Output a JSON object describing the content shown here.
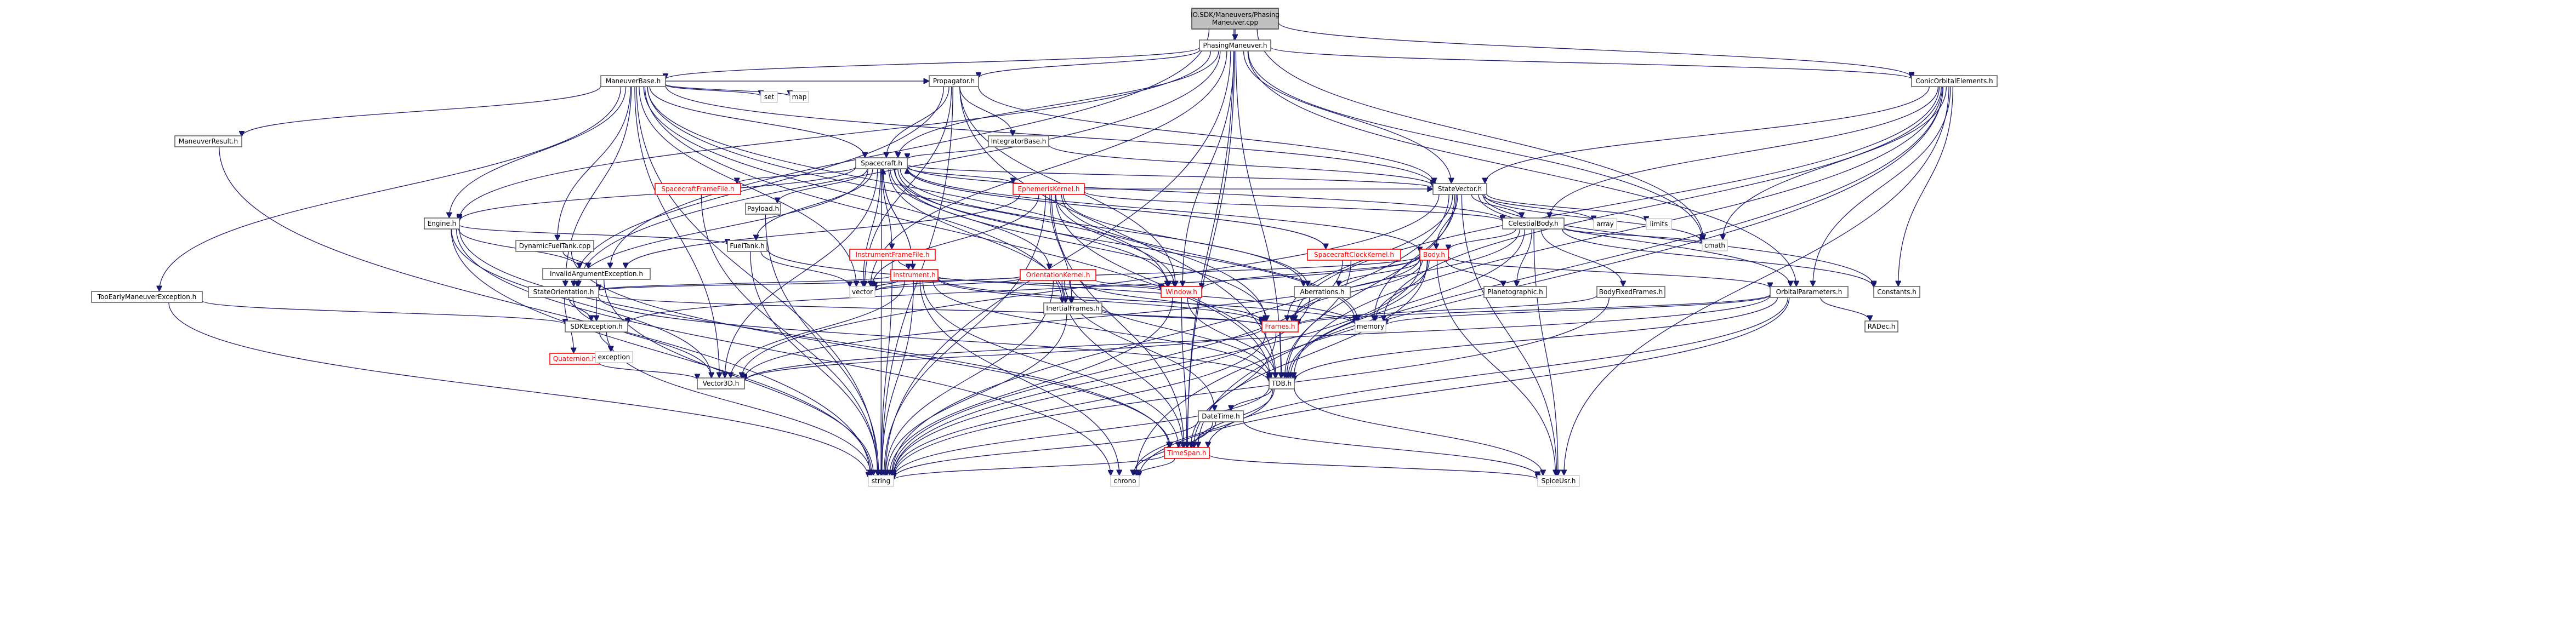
{
  "graph": {
    "nodes": [
      {
        "id": "root",
        "label": "IO.SDK/Maneuvers/Phasing\nManeuver.cpp",
        "style": "root"
      },
      {
        "id": "phasing",
        "label": "PhasingManeuver.h"
      },
      {
        "id": "conic",
        "label": "ConicOrbitalElements.h"
      },
      {
        "id": "maneuverbase",
        "label": "ManeuverBase.h"
      },
      {
        "id": "propagator",
        "label": "Propagator.h"
      },
      {
        "id": "set",
        "label": "set",
        "style": "plain"
      },
      {
        "id": "map",
        "label": "map",
        "style": "plain"
      },
      {
        "id": "maneuverresult",
        "label": "ManeuverResult.h"
      },
      {
        "id": "integratorbase",
        "label": "IntegratorBase.h"
      },
      {
        "id": "spacecraft",
        "label": "Spacecraft.h"
      },
      {
        "id": "scframefile",
        "label": "SpacecraftFrameFile.h",
        "style": "red"
      },
      {
        "id": "payload",
        "label": "Payload.h"
      },
      {
        "id": "ephemeriskernel",
        "label": "EphemerisKernel.h",
        "style": "red"
      },
      {
        "id": "statevector",
        "label": "StateVector.h"
      },
      {
        "id": "engine",
        "label": "Engine.h"
      },
      {
        "id": "dynfueltank",
        "label": "DynamicFuelTank.cpp"
      },
      {
        "id": "tooearly",
        "label": "TooEarlyManeuverException.h"
      },
      {
        "id": "invalidarg",
        "label": "InvalidArgumentException.h"
      },
      {
        "id": "fueltank",
        "label": "FuelTank.h"
      },
      {
        "id": "instframefile",
        "label": "InstrumentFrameFile.h",
        "style": "red"
      },
      {
        "id": "instrument",
        "label": "Instrument.h",
        "style": "red"
      },
      {
        "id": "orientkernel",
        "label": "OrientationKernel.h",
        "style": "red"
      },
      {
        "id": "scclock",
        "label": "SpacecraftClockKernel.h",
        "style": "red"
      },
      {
        "id": "celestial",
        "label": "CelestialBody.h"
      },
      {
        "id": "array",
        "label": "array",
        "style": "plain"
      },
      {
        "id": "limits",
        "label": "limits",
        "style": "plain"
      },
      {
        "id": "cmath",
        "label": "cmath",
        "style": "plain"
      },
      {
        "id": "body",
        "label": "Body.h",
        "style": "red"
      },
      {
        "id": "stateorient",
        "label": "StateOrientation.h"
      },
      {
        "id": "vector",
        "label": "vector",
        "style": "plain"
      },
      {
        "id": "inertial",
        "label": "InertialFrames.h"
      },
      {
        "id": "window",
        "label": "Window.h",
        "style": "red"
      },
      {
        "id": "aberrations",
        "label": "Aberrations.h"
      },
      {
        "id": "planeto",
        "label": "Planetographic.h"
      },
      {
        "id": "bodyfixed",
        "label": "BodyFixedFrames.h"
      },
      {
        "id": "orbitalparams",
        "label": "OrbitalParameters.h"
      },
      {
        "id": "constants",
        "label": "Constants.h"
      },
      {
        "id": "sdkexc",
        "label": "SDKException.h"
      },
      {
        "id": "quaternion",
        "label": "Quaternion.h",
        "style": "red"
      },
      {
        "id": "frames",
        "label": "Frames.h",
        "style": "red"
      },
      {
        "id": "memory",
        "label": "memory",
        "style": "plain"
      },
      {
        "id": "radec",
        "label": "RADec.h"
      },
      {
        "id": "exception",
        "label": "exception",
        "style": "plain"
      },
      {
        "id": "vector3d",
        "label": "Vector3D.h"
      },
      {
        "id": "tdb",
        "label": "TDB.h"
      },
      {
        "id": "datetime",
        "label": "DateTime.h"
      },
      {
        "id": "timespan",
        "label": "TimeSpan.h",
        "style": "red"
      },
      {
        "id": "string",
        "label": "string",
        "style": "plain"
      },
      {
        "id": "chrono",
        "label": "chrono",
        "style": "plain"
      },
      {
        "id": "spiceusr",
        "label": "SpiceUsr.h",
        "style": "plain"
      }
    ],
    "edges": [
      [
        "root",
        "phasing"
      ],
      [
        "root",
        "conic"
      ],
      [
        "root",
        "cmath"
      ],
      [
        "root",
        "invalidarg"
      ],
      [
        "root",
        "timespan"
      ],
      [
        "phasing",
        "maneuverbase"
      ],
      [
        "phasing",
        "propagator"
      ],
      [
        "phasing",
        "spacecraft"
      ],
      [
        "phasing",
        "engine"
      ],
      [
        "phasing",
        "orbitalparams"
      ],
      [
        "phasing",
        "stateorient"
      ],
      [
        "phasing",
        "tdb"
      ],
      [
        "phasing",
        "timespan"
      ],
      [
        "phasing",
        "vector"
      ],
      [
        "phasing",
        "window"
      ],
      [
        "phasing",
        "cmath"
      ],
      [
        "phasing",
        "statevector"
      ],
      [
        "phasing",
        "conic"
      ],
      [
        "phasing",
        "string"
      ],
      [
        "maneuverbase",
        "set"
      ],
      [
        "maneuverbase",
        "map"
      ],
      [
        "maneuverbase",
        "maneuverresult"
      ],
      [
        "maneuverbase",
        "tooearly"
      ],
      [
        "maneuverbase",
        "dynfueltank"
      ],
      [
        "maneuverbase",
        "engine"
      ],
      [
        "maneuverbase",
        "propagator"
      ],
      [
        "maneuverbase",
        "spacecraft"
      ],
      [
        "maneuverbase",
        "statevector"
      ],
      [
        "maneuverbase",
        "window"
      ],
      [
        "maneuverbase",
        "vector"
      ],
      [
        "maneuverbase",
        "vector3d"
      ],
      [
        "maneuverbase",
        "frames"
      ],
      [
        "maneuverbase",
        "tdb"
      ],
      [
        "maneuverbase",
        "inertial"
      ],
      [
        "maneuverbase",
        "stateorient"
      ],
      [
        "maneuverbase",
        "string"
      ],
      [
        "maneuverresult",
        "string"
      ],
      [
        "propagator",
        "integratorbase"
      ],
      [
        "propagator",
        "spacecraft"
      ],
      [
        "propagator",
        "statevector"
      ],
      [
        "propagator",
        "stateorient"
      ],
      [
        "propagator",
        "window"
      ],
      [
        "propagator",
        "vector"
      ],
      [
        "propagator",
        "tdb"
      ],
      [
        "propagator",
        "string"
      ],
      [
        "integratorbase",
        "spacecraft"
      ],
      [
        "integratorbase",
        "statevector"
      ],
      [
        "spacecraft",
        "scframefile"
      ],
      [
        "spacecraft",
        "payload"
      ],
      [
        "spacecraft",
        "ephemeriskernel"
      ],
      [
        "spacecraft",
        "statevector"
      ],
      [
        "spacecraft",
        "engine"
      ],
      [
        "spacecraft",
        "fueltank"
      ],
      [
        "spacecraft",
        "instframefile"
      ],
      [
        "spacecraft",
        "instrument"
      ],
      [
        "spacecraft",
        "orientkernel"
      ],
      [
        "spacecraft",
        "scclock"
      ],
      [
        "spacecraft",
        "celestial"
      ],
      [
        "spacecraft",
        "stateorient"
      ],
      [
        "spacecraft",
        "vector"
      ],
      [
        "spacecraft",
        "inertial"
      ],
      [
        "spacecraft",
        "window"
      ],
      [
        "spacecraft",
        "aberrations"
      ],
      [
        "spacecraft",
        "frames"
      ],
      [
        "spacecraft",
        "memory"
      ],
      [
        "spacecraft",
        "string"
      ],
      [
        "spacecraft",
        "vector3d"
      ],
      [
        "spacecraft",
        "body"
      ],
      [
        "scframefile",
        "string"
      ],
      [
        "payload",
        "string"
      ],
      [
        "ephemeriskernel",
        "statevector"
      ],
      [
        "ephemeriskernel",
        "celestial"
      ],
      [
        "ephemeriskernel",
        "inertial"
      ],
      [
        "ephemeriskernel",
        "window"
      ],
      [
        "ephemeriskernel",
        "aberrations"
      ],
      [
        "ephemeriskernel",
        "tdb"
      ],
      [
        "ephemeriskernel",
        "timespan"
      ],
      [
        "ephemeriskernel",
        "memory"
      ],
      [
        "ephemeriskernel",
        "string"
      ],
      [
        "ephemeriskernel",
        "vector"
      ],
      [
        "ephemeriskernel",
        "invalidarg"
      ],
      [
        "statevector",
        "celestial"
      ],
      [
        "statevector",
        "array"
      ],
      [
        "statevector",
        "limits"
      ],
      [
        "statevector",
        "cmath"
      ],
      [
        "statevector",
        "body"
      ],
      [
        "statevector",
        "orbitalparams"
      ],
      [
        "statevector",
        "frames"
      ],
      [
        "statevector",
        "vector3d"
      ],
      [
        "statevector",
        "tdb"
      ],
      [
        "statevector",
        "memory"
      ],
      [
        "statevector",
        "constants"
      ],
      [
        "statevector",
        "spiceusr"
      ],
      [
        "statevector",
        "string"
      ],
      [
        "engine",
        "fueltank"
      ],
      [
        "engine",
        "vector3d"
      ],
      [
        "engine",
        "string"
      ],
      [
        "engine",
        "timespan"
      ],
      [
        "engine",
        "invalidarg"
      ],
      [
        "engine",
        "chrono"
      ],
      [
        "dynfueltank",
        "invalidarg"
      ],
      [
        "dynfueltank",
        "timespan"
      ],
      [
        "tooearly",
        "sdkexc"
      ],
      [
        "tooearly",
        "string"
      ],
      [
        "invalidarg",
        "sdkexc"
      ],
      [
        "invalidarg",
        "string"
      ],
      [
        "fueltank",
        "vector"
      ],
      [
        "fueltank",
        "string"
      ],
      [
        "fueltank",
        "memory"
      ],
      [
        "instframefile",
        "instrument"
      ],
      [
        "instframefile",
        "string"
      ],
      [
        "instrument",
        "spacecraft"
      ],
      [
        "instrument",
        "vector"
      ],
      [
        "instrument",
        "window"
      ],
      [
        "instrument",
        "stateorient"
      ],
      [
        "instrument",
        "frames"
      ],
      [
        "instrument",
        "vector3d"
      ],
      [
        "instrument",
        "tdb"
      ],
      [
        "instrument",
        "timespan"
      ],
      [
        "instrument",
        "string"
      ],
      [
        "instrument",
        "memory"
      ],
      [
        "instrument",
        "chrono"
      ],
      [
        "orientkernel",
        "stateorient"
      ],
      [
        "orientkernel",
        "window"
      ],
      [
        "orientkernel",
        "vector"
      ],
      [
        "orientkernel",
        "frames"
      ],
      [
        "orientkernel",
        "tdb"
      ],
      [
        "orientkernel",
        "timespan"
      ],
      [
        "orientkernel",
        "datetime"
      ],
      [
        "orientkernel",
        "string"
      ],
      [
        "scclock",
        "spacecraft"
      ],
      [
        "scclock",
        "tdb"
      ],
      [
        "scclock",
        "string"
      ],
      [
        "celestial",
        "body"
      ],
      [
        "celestial",
        "cmath"
      ],
      [
        "celestial",
        "planeto"
      ],
      [
        "celestial",
        "bodyfixed"
      ],
      [
        "celestial",
        "constants"
      ],
      [
        "celestial",
        "tdb"
      ],
      [
        "celestial",
        "frames"
      ],
      [
        "celestial",
        "spiceusr"
      ],
      [
        "body",
        "window"
      ],
      [
        "body",
        "aberrations"
      ],
      [
        "body",
        "planeto"
      ],
      [
        "body",
        "orbitalparams"
      ],
      [
        "body",
        "frames"
      ],
      [
        "body",
        "memory"
      ],
      [
        "body",
        "vector"
      ],
      [
        "body",
        "tdb"
      ],
      [
        "body",
        "timespan"
      ],
      [
        "body",
        "string"
      ],
      [
        "body",
        "sdkexc"
      ],
      [
        "body",
        "spiceusr"
      ],
      [
        "body",
        "vector3d"
      ],
      [
        "stateorient",
        "quaternion"
      ],
      [
        "stateorient",
        "vector3d"
      ],
      [
        "stateorient",
        "tdb"
      ],
      [
        "stateorient",
        "frames"
      ],
      [
        "stateorient",
        "sdkexc"
      ],
      [
        "inertial",
        "frames"
      ],
      [
        "inertial",
        "string"
      ],
      [
        "window",
        "timespan"
      ],
      [
        "window",
        "tdb"
      ],
      [
        "window",
        "string"
      ],
      [
        "aberrations",
        "string"
      ],
      [
        "bodyfixed",
        "frames"
      ],
      [
        "bodyfixed",
        "string"
      ],
      [
        "orbitalparams",
        "radec"
      ],
      [
        "orbitalparams",
        "frames"
      ],
      [
        "orbitalparams",
        "tdb"
      ],
      [
        "orbitalparams",
        "timespan"
      ],
      [
        "orbitalparams",
        "memory"
      ],
      [
        "orbitalparams",
        "vector3d"
      ],
      [
        "orbitalparams",
        "chrono"
      ],
      [
        "conic",
        "statevector"
      ],
      [
        "conic",
        "orbitalparams"
      ],
      [
        "conic",
        "celestial"
      ],
      [
        "conic",
        "cmath"
      ],
      [
        "conic",
        "frames"
      ],
      [
        "conic",
        "tdb"
      ],
      [
        "conic",
        "timespan"
      ],
      [
        "conic",
        "memory"
      ],
      [
        "conic",
        "constants"
      ],
      [
        "conic",
        "chrono"
      ],
      [
        "conic",
        "spiceusr"
      ],
      [
        "sdkexc",
        "exception"
      ],
      [
        "sdkexc",
        "string"
      ],
      [
        "quaternion",
        "vector3d"
      ],
      [
        "frames",
        "vector3d"
      ],
      [
        "frames",
        "tdb"
      ],
      [
        "frames",
        "string"
      ],
      [
        "frames",
        "timespan"
      ],
      [
        "tdb",
        "datetime"
      ],
      [
        "tdb",
        "timespan"
      ],
      [
        "tdb",
        "string"
      ],
      [
        "tdb",
        "chrono"
      ],
      [
        "tdb",
        "spiceusr"
      ],
      [
        "datetime",
        "timespan"
      ],
      [
        "datetime",
        "string"
      ],
      [
        "datetime",
        "chrono"
      ],
      [
        "datetime",
        "spiceusr"
      ],
      [
        "timespan",
        "chrono"
      ],
      [
        "timespan",
        "string"
      ],
      [
        "timespan",
        "spiceusr"
      ]
    ]
  }
}
